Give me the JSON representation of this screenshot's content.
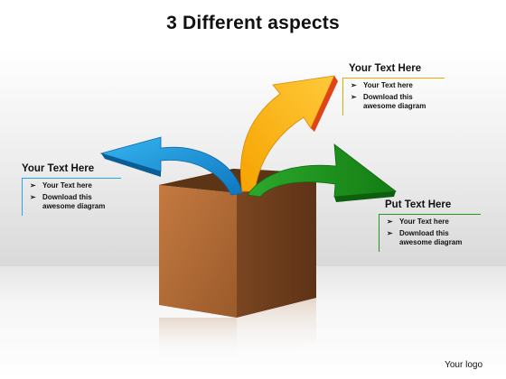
{
  "title": "3 Different aspects",
  "callouts": {
    "left": {
      "heading": "Your Text Here",
      "items": [
        "Your Text here",
        "Download this awesome diagram"
      ],
      "lines": [
        [
          "Your Text here"
        ],
        [
          "Download this",
          "awesome diagram"
        ]
      ],
      "color": "#29a6e0"
    },
    "top": {
      "heading": "Your Text Here",
      "items": [
        "Your Text here",
        "Download this awesome diagram"
      ],
      "lines": [
        [
          "Your Text here"
        ],
        [
          "Download this",
          "awesome diagram"
        ]
      ],
      "color": "#f0a500"
    },
    "right": {
      "heading": "Put Text Here",
      "items": [
        "Your Text here",
        "Download this awesome diagram"
      ],
      "lines": [
        [
          "Your Text here"
        ],
        [
          "Download this",
          "awesome diagram"
        ]
      ],
      "color": "#1f9a1f"
    }
  },
  "bullet_glyph": "➢",
  "logo": "Your logo",
  "colors": {
    "box_front": "#b06a36",
    "box_side": "#7e4a24",
    "box_inside": "#5c3517",
    "arrow_blue": "#1e9be0",
    "arrow_orange": "#f7a800",
    "arrow_green": "#1b9a1b"
  },
  "icons": [
    "open-box-icon",
    "blue-arrow-icon",
    "orange-arrow-icon",
    "green-arrow-icon"
  ]
}
